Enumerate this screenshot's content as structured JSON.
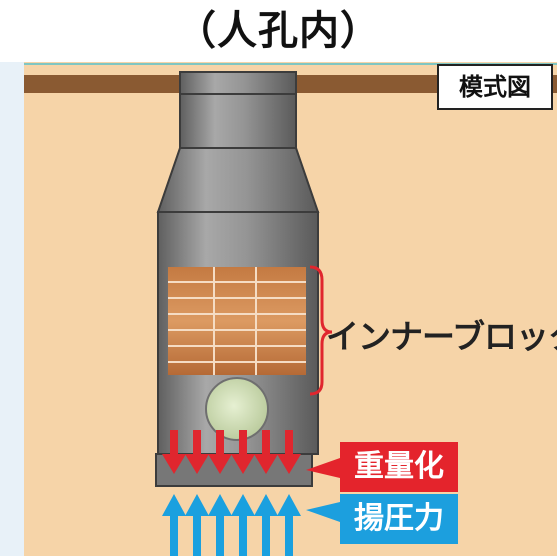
{
  "title": "（人孔内）",
  "badge": "模式図",
  "labels": {
    "inner_block": "インナーブロック",
    "weight": "重量化",
    "uplift": "揚圧力"
  },
  "colors": {
    "soil": "#f6d4a8",
    "ground": "#8a5a32",
    "pipe": "#8c8c8c",
    "brick": "#d4824a",
    "down_arrow": "#e0262e",
    "up_arrow": "#1aa0df",
    "weight_bg": "#e4242c",
    "uplift_bg": "#1c9fde"
  },
  "arrows": {
    "down_count": 6,
    "up_count": 6
  }
}
